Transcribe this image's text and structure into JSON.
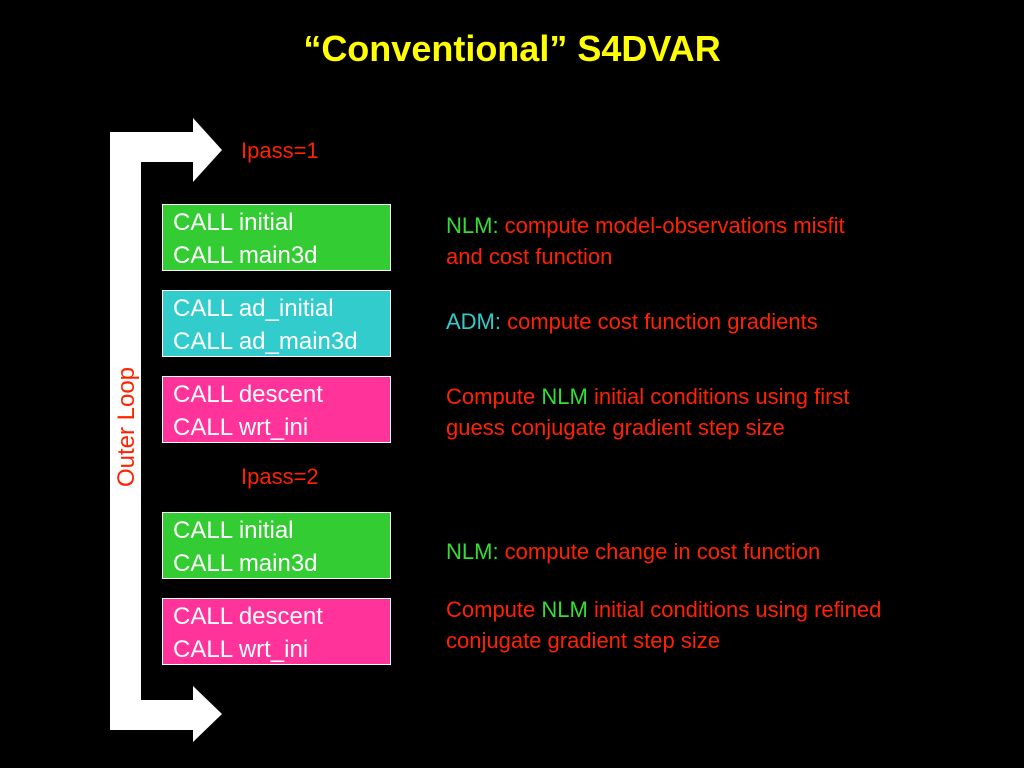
{
  "title": "“Conventional” S4DVAR",
  "loop_label": "Outer Loop",
  "colors": {
    "background": "#000000",
    "title": "#ffff00",
    "text_red": "#ff2200",
    "nlm_green": "#33dd33",
    "adm_cyan": "#33cccc",
    "box_green": "#33cc33",
    "box_cyan": "#33cccc",
    "box_pink": "#ff3399",
    "arrow": "#ffffff"
  },
  "ipass": [
    "Ipass=1",
    "Ipass=2"
  ],
  "boxes": [
    {
      "color": "green",
      "lines": [
        "CALL initial",
        "CALL main3d"
      ]
    },
    {
      "color": "cyan",
      "lines": [
        "CALL ad_initial",
        "CALL ad_main3d"
      ]
    },
    {
      "color": "pink",
      "lines": [
        "CALL descent",
        "CALL wrt_ini"
      ]
    },
    {
      "color": "green",
      "lines": [
        "CALL initial",
        "CALL main3d"
      ]
    },
    {
      "color": "pink",
      "lines": [
        "CALL descent",
        "CALL wrt_ini"
      ]
    }
  ],
  "descriptions": [
    {
      "kw": "NLM:",
      "line1": " compute model-observations misfit",
      "line2": "and cost function"
    },
    {
      "kw": "ADM:",
      "line1": " compute cost function gradients"
    },
    {
      "pre": "Compute ",
      "kw": "NLM",
      "line1": " initial conditions using first",
      "line2": "guess conjugate gradient step size"
    },
    {
      "kw": "NLM:",
      "line1": " compute change in cost function"
    },
    {
      "pre": "Compute ",
      "kw": "NLM",
      "line1": " initial conditions using refined",
      "line2": "conjugate gradient step size"
    }
  ]
}
